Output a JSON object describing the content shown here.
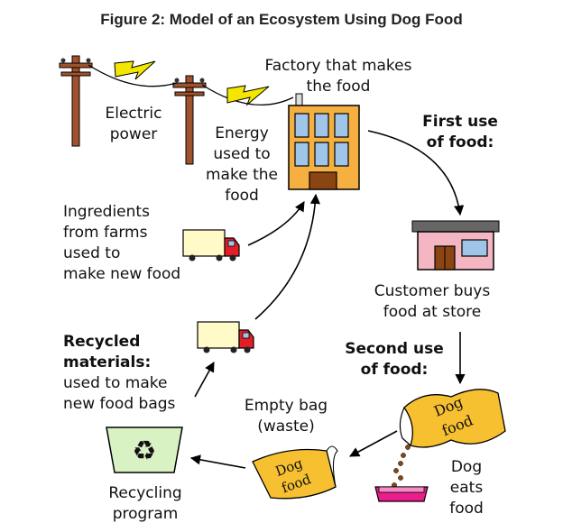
{
  "title": "Figure 2: Model of an Ecosystem Using Dog Food",
  "labels": {
    "electric_power": [
      "Electric",
      "power"
    ],
    "factory": [
      "Factory that makes",
      "the food"
    ],
    "energy": [
      "Energy",
      "used to",
      "make the",
      "food"
    ],
    "first_use": [
      "First use",
      "of food:"
    ],
    "ingredients": [
      "Ingredients",
      "from farms",
      "used to",
      "make new food"
    ],
    "customer": [
      "Customer buys",
      "food at store"
    ],
    "second_use": [
      "Second use",
      "of food:"
    ],
    "recycled_bold": [
      "Recycled",
      "materials:"
    ],
    "recycled_rest": [
      "used to make",
      "new food bags"
    ],
    "empty_bag": [
      "Empty bag",
      "(waste)"
    ],
    "dog_eats": [
      "Dog",
      "eats",
      "food"
    ],
    "recycling": [
      "Recycling",
      "program"
    ]
  },
  "bag_text": [
    "Dog",
    "food"
  ],
  "colors": {
    "lightning": "#f5e600",
    "pole": "#a0522d",
    "factory_wall": "#f5b041",
    "window": "#9fc5e8",
    "door": "#8b4513",
    "store_wall": "#f4b6c2",
    "store_roof": "#666666",
    "truck_cargo": "#fffac8",
    "truck_cab": "#e41e26",
    "bag": "#f7c031",
    "bowl": "#e91e8c",
    "kibble": "#8b4513",
    "recycle_bin": "#d9f2c4"
  }
}
